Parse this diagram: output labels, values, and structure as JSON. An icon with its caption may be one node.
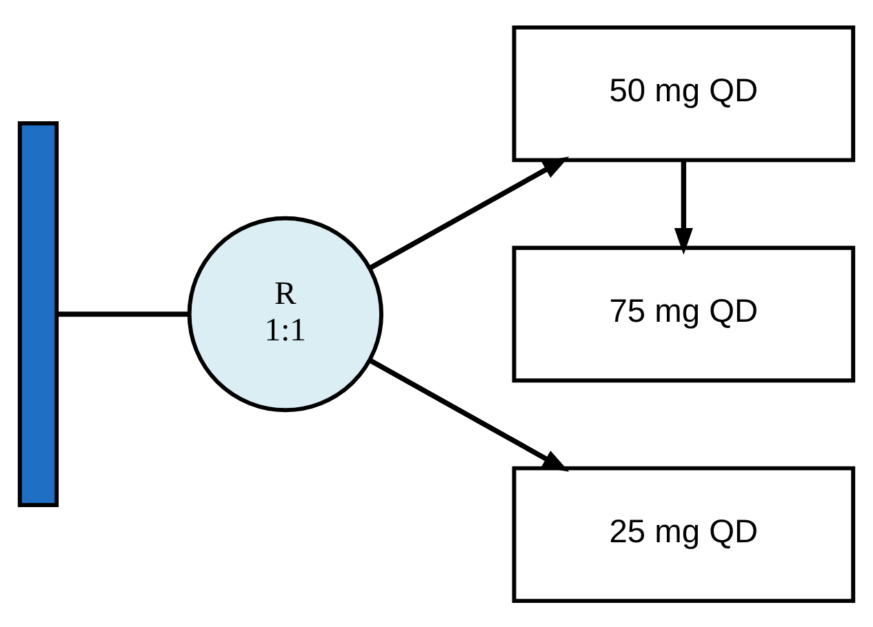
{
  "diagram": {
    "nodes": [
      {
        "text": [],
        "shape": "bar"
      },
      {
        "text": [
          "R 1:1"
        ]
      },
      {
        "text": [
          "75 mg QD"
        ]
      },
      {
        "text": [
          "50 mg QD"
        ]
      },
      {
        "text": [
          "25 mg QD"
        ]
      }
    ],
    "edges": [
      {
        "from": 0,
        "to": 1,
        "arrow": "none"
      },
      {
        "from": 1,
        "to": 3,
        "arrow": "to"
      },
      {
        "from": 1,
        "to": 4,
        "arrow": "to"
      },
      {
        "from": 3,
        "to": 2,
        "arrow": "to"
      }
    ]
  }
}
